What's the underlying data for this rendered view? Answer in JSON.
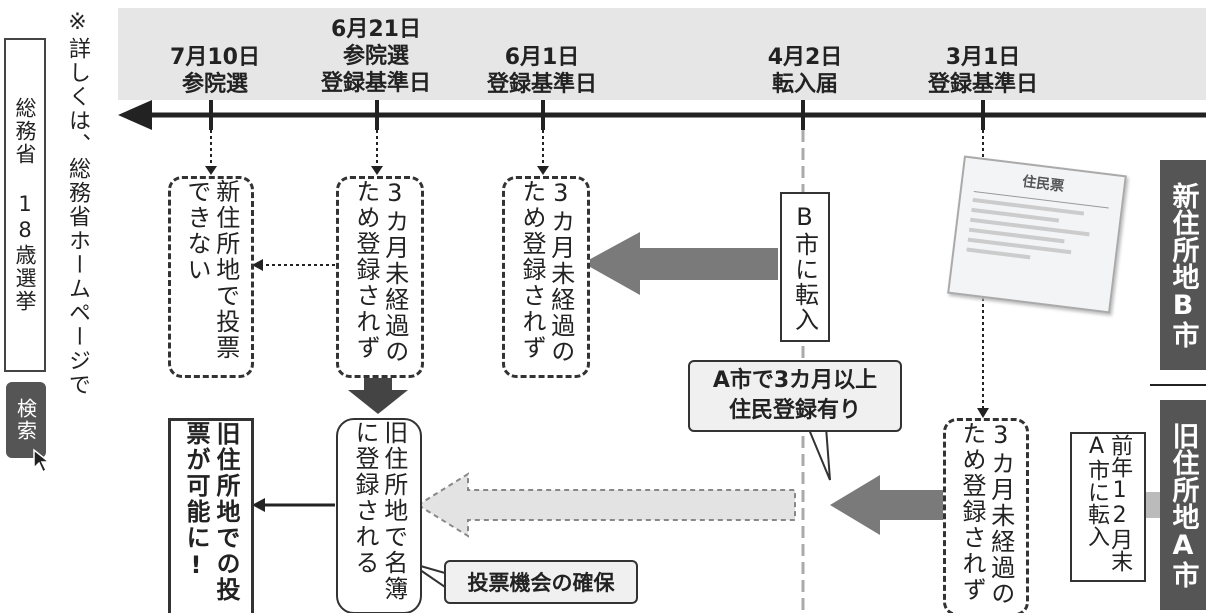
{
  "note": "※詳しくは、総務省ホームページで",
  "search_tag": "総務省 18歳選挙",
  "search_button": "検索",
  "timeline": {
    "d_jul10": [
      "7月10日",
      "参院選"
    ],
    "d_jun21": [
      "6月21日",
      "参院選",
      "登録基準日"
    ],
    "d_jun1": [
      "6月1日",
      "登録基準日"
    ],
    "d_apr2": [
      "4月2日",
      "転入届"
    ],
    "d_mar1": [
      "3月1日",
      "登録基準日"
    ]
  },
  "side_labels": {
    "new": "新住所地B市",
    "old": "旧住所地A市"
  },
  "boxes": {
    "cannot_vote": "新住所地で投票できない",
    "not_registered_3m": "3カ月未経過のため登録されず",
    "moved_b": "B市に転入",
    "old_registered": "旧住所地で名簿に登録される",
    "can_vote": "旧住所地での投票が可能に!",
    "moved_a": "前年12月末A市に転入",
    "a3m": [
      "A市で3カ月以上",
      "住民登録有り"
    ],
    "opportunity": "投票機会の確保"
  },
  "card": {
    "title": "住民票"
  },
  "colors": {
    "gray_band": "#e6e6e6",
    "dark_label": "#555555",
    "arrow_dark": "#7a7a7a",
    "arrow_light": "#d9d9d9"
  }
}
